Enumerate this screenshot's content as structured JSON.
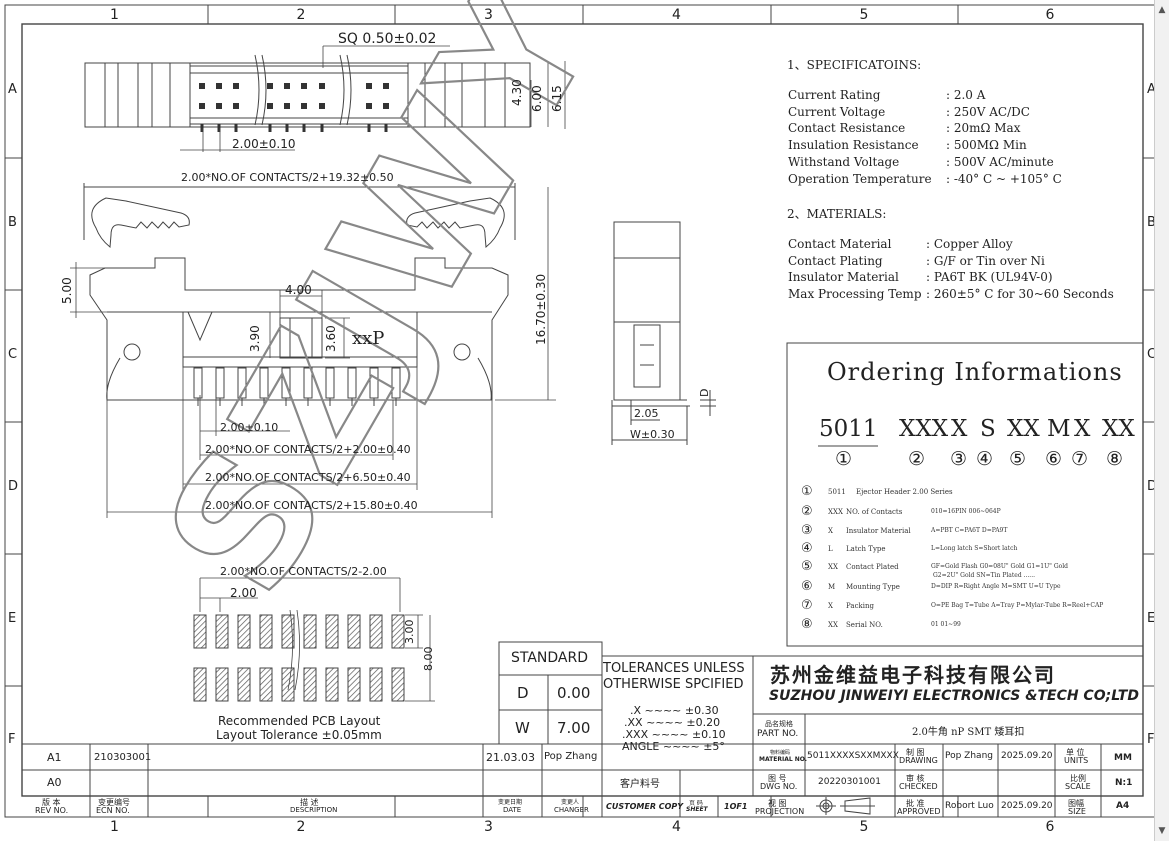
{
  "frame": {
    "col_labels": [
      "1",
      "2",
      "3",
      "4",
      "5",
      "6"
    ],
    "row_labels": [
      "A",
      "B",
      "C",
      "D",
      "E",
      "F"
    ]
  },
  "dims": {
    "sq": "SQ 0.50±0.02",
    "pitch_top": "2.00±0.10",
    "h430": "4.30",
    "h600": "6.00",
    "h615": "6.15",
    "overall": "2.00*NO.OF CONTACTS/2+19.32±0.50",
    "h500": "5.00",
    "w400": "4.00",
    "h390": "3.90",
    "h360": "3.60",
    "xxp": "xxP",
    "h1670": "16.70±0.30",
    "pitch_mid": "2.00±0.10",
    "row1": "2.00*NO.OF CONTACTS/2+2.00±0.40",
    "row2": "2.00*NO.OF CONTACTS/2+6.50±0.40",
    "row3": "2.00*NO.OF CONTACTS/2+15.80±0.40",
    "side_205": "2.05",
    "side_w": "W±0.30",
    "side_d": "D",
    "pcb_top": "2.00*NO.OF CONTACTS/2-2.00",
    "pcb_pitch": "2.00",
    "pcb_300": "3.00",
    "pcb_800": "8.00",
    "pcb_caption1": "Recommended PCB Layout",
    "pcb_caption2": "Layout Tolerance ±0.05mm"
  },
  "watermark": "SZJWY",
  "specs": {
    "heading1": "1、SPECIFICATOINS:",
    "rows1": [
      {
        "label": "Current  Rating",
        "value": ": 2.0 A"
      },
      {
        "label": "Current  Voltage",
        "value": ": 250V AC/DC"
      },
      {
        "label": "Contact  Resistance",
        "value": ": 20mΩ  Max"
      },
      {
        "label": "Insulation Resistance",
        "value": ": 500MΩ Min"
      },
      {
        "label": "Withstand  Voltage",
        "value": ": 500V AC/minute"
      },
      {
        "label": "Operation  Temperature",
        "value": ": -40° C ~ +105° C"
      }
    ],
    "heading2": "2、MATERIALS:",
    "rows2": [
      {
        "label": "Contact  Material",
        "value": ": Copper Alloy"
      },
      {
        "label": "Contact  Plating",
        "value": ": G/F or Tin over Ni"
      },
      {
        "label": "Insulator Material",
        "value": ": PA6T  BK (UL94V-0)"
      },
      {
        "label": "Max Processing Temp",
        "value": ": 260±5° C for 30~60 Seconds"
      }
    ]
  },
  "ordering": {
    "title": "Ordering Informations",
    "codes": [
      "5011",
      "XXX",
      "X",
      "S",
      "XX",
      "M",
      "X",
      "XX"
    ],
    "nums": [
      "①",
      "②",
      "③",
      "④",
      "⑤",
      "⑥",
      "⑦",
      "⑧"
    ],
    "lines": [
      {
        "n": "①",
        "code": "5011",
        "text": "Ejector Header 2.00  Series",
        "opts": ""
      },
      {
        "n": "②",
        "code": "XXX",
        "text": "NO. of Contacts",
        "opts": "010=16PIN  006~064P"
      },
      {
        "n": "③",
        "code": "X",
        "text": "Insulator Material",
        "opts": "A=PBT   C=PA6T  D=PA9T"
      },
      {
        "n": "④",
        "code": "L",
        "text": "Latch  Type",
        "opts": "L=Long latch      S=Short latch"
      },
      {
        "n": "⑤",
        "code": "XX",
        "text": "Contact Plated",
        "opts": "GF=Gold Flash  G0=08U\" Gold  G1=1U\" Gold"
      },
      {
        "n": "",
        "code": "",
        "text": "",
        "opts": "G2=2U\" Gold    SN=Tin Plated  ......"
      },
      {
        "n": "⑥",
        "code": "M",
        "text": "Mounting Type",
        "opts": "D=DIP   R=Right Angle  M=SMT   U=U Type"
      },
      {
        "n": "⑦",
        "code": "X",
        "text": "Packing",
        "opts": "O=PE Bag  T=Tube  A=Tray  P=Mylar-Tube  R=Reel+CAP"
      },
      {
        "n": "⑧",
        "code": "XX",
        "text": "Serial NO.",
        "opts": "01   01~99"
      }
    ]
  },
  "standard": {
    "title": "STANDARD",
    "d_label": "D",
    "d_value": "0.00",
    "w_label": "W",
    "w_value": "7.00"
  },
  "tolerances": {
    "title1": "TOLERANCES UNLESS",
    "title2": "OTHERWISE SPCIFIED",
    "l1": ".X  ~~~~  ±0.30",
    "l2": ".XX  ~~~~  ±0.20",
    "l3": ".XXX  ~~~~  ±0.10",
    "l4": "ANGLE  ~~~~  ±5°"
  },
  "company": {
    "cn": "苏州金维益电子科技有限公司",
    "en": "SUZHOU JINWEIYI ELECTRONICS &TECH CO;LTD"
  },
  "titleblock": {
    "part_label_cn": "品名规格",
    "part_label": "PART  NO.",
    "part_name": "2.0牛角  nP  SMT 矮耳扣",
    "mat_label_cn": "物料编码",
    "mat_label": "MATERIAL NO.",
    "mat_no": "5011XXXXSXXMXXX",
    "drawing_cn": "制 图",
    "drawing": "DRAWING",
    "drawer": "Pop  Zhang",
    "draw_date": "2025.09.20",
    "units_cn": "单 位",
    "units": "UNITS",
    "units_val": "MM",
    "dwg_cn": "图 号",
    "dwg": "DWG  NO.",
    "dwg_no": "20220301001",
    "checked_cn": "审 核",
    "checked": "CHECKED",
    "scale_cn": "比例",
    "scale": "SCALE",
    "scale_val": "N:1",
    "proj_cn": "视 图",
    "proj": "PROJECTION",
    "approved_cn": "批 准",
    "approved": "APPROVED",
    "approver": "Robort  Luo",
    "appr_date": "2025.09.20",
    "size_cn": "图幅",
    "size": "SIZE",
    "size_val": "A4",
    "cust_cn": "客户料号",
    "cust_copy": "CUSTOMER  COPY",
    "sheet_cn": "页 码",
    "sheet": "SHEET",
    "sheet_val": "1OF1"
  },
  "revision": {
    "rows": [
      {
        "rev": "A1",
        "ecn": "210303001",
        "desc": "",
        "date": "21.03.03",
        "changer": "Pop  Zhang"
      },
      {
        "rev": "A0",
        "ecn": "",
        "desc": "",
        "date": "",
        "changer": ""
      }
    ],
    "h_rev_cn": "版 本",
    "h_rev": "REV NO.",
    "h_ecn_cn": "变更编号",
    "h_ecn": "ECN  NO.",
    "h_desc_cn": "描 述",
    "h_desc": "DESCRIPTION",
    "h_date_cn": "变更日期",
    "h_date": "DATE",
    "h_chg_cn": "变更人",
    "h_chg": "CHANGER"
  }
}
